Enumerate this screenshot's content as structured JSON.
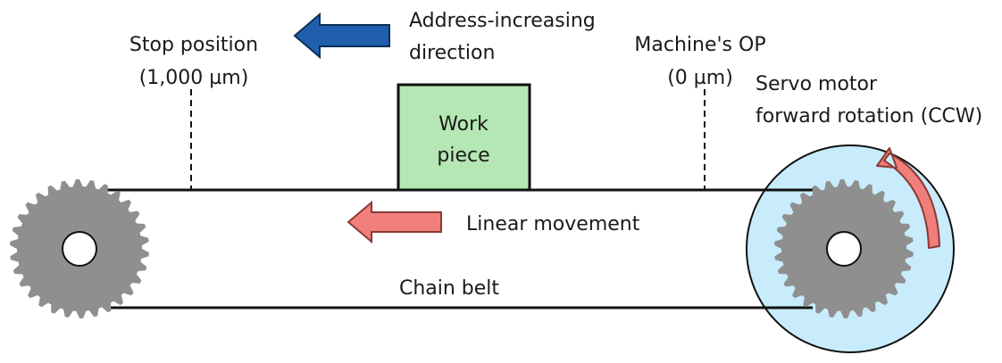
{
  "labels": {
    "stop_position_line1": "Stop position",
    "stop_position_line2": "(1,000 µm)",
    "address_line1": "Address-increasing",
    "address_line2": "direction",
    "machine_op_line1": "Machine's OP",
    "machine_op_line2": "(0 µm)",
    "servo_line1": "Servo motor",
    "servo_line2": "forward rotation (CCW)",
    "workpiece_line1": "Work",
    "workpiece_line2": "piece",
    "linear_movement": "Linear movement",
    "chain_belt": "Chain belt"
  },
  "colors": {
    "address_arrow": "#1f5fae",
    "movement_arrow": "#f07f7b",
    "rotation_arrow": "#f07f7b",
    "workpiece_fill": "#b4e7b3",
    "motor_fill": "#c8ecfb",
    "gear_fill": "#8f8f8f",
    "line": "#111111"
  },
  "icons": {
    "left_gear": "gear-icon",
    "right_gear": "gear-icon",
    "address_arrow": "left-arrow-icon",
    "movement_arrow": "left-arrow-icon",
    "rotation_arrow": "curved-arrow-icon"
  }
}
